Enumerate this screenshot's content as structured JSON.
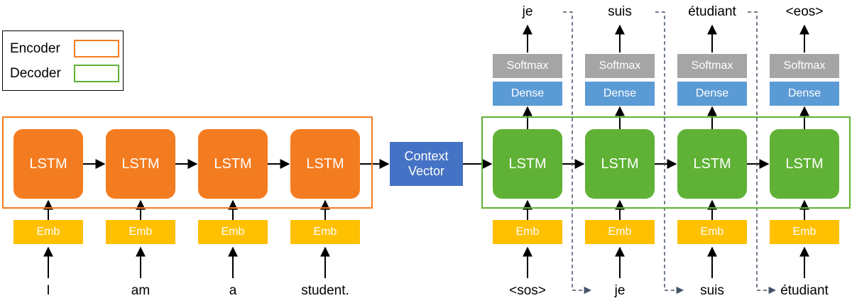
{
  "legend": {
    "encoder_label": "Encoder",
    "decoder_label": "Decoder",
    "encoder_color": "#f47c20",
    "decoder_color": "#5fb235"
  },
  "encoder": {
    "cell_label": "LSTM",
    "emb_label": "Emb",
    "inputs": [
      "I",
      "am",
      "a",
      "student."
    ]
  },
  "context": {
    "line1": "Context",
    "line2": "Vector",
    "color": "#4472c4"
  },
  "decoder": {
    "cell_label": "LSTM",
    "emb_label": "Emb",
    "dense_label": "Dense",
    "softmax_label": "Softmax",
    "inputs": [
      "<sos>",
      "je",
      "suis",
      "étudiant"
    ],
    "outputs": [
      "je",
      "suis",
      "étudiant",
      "<eos>"
    ]
  },
  "colors": {
    "emb": "#ffc000",
    "dense": "#5b9bd5",
    "softmax": "#a5a5a5",
    "feedback_arrow": "#44546a"
  }
}
